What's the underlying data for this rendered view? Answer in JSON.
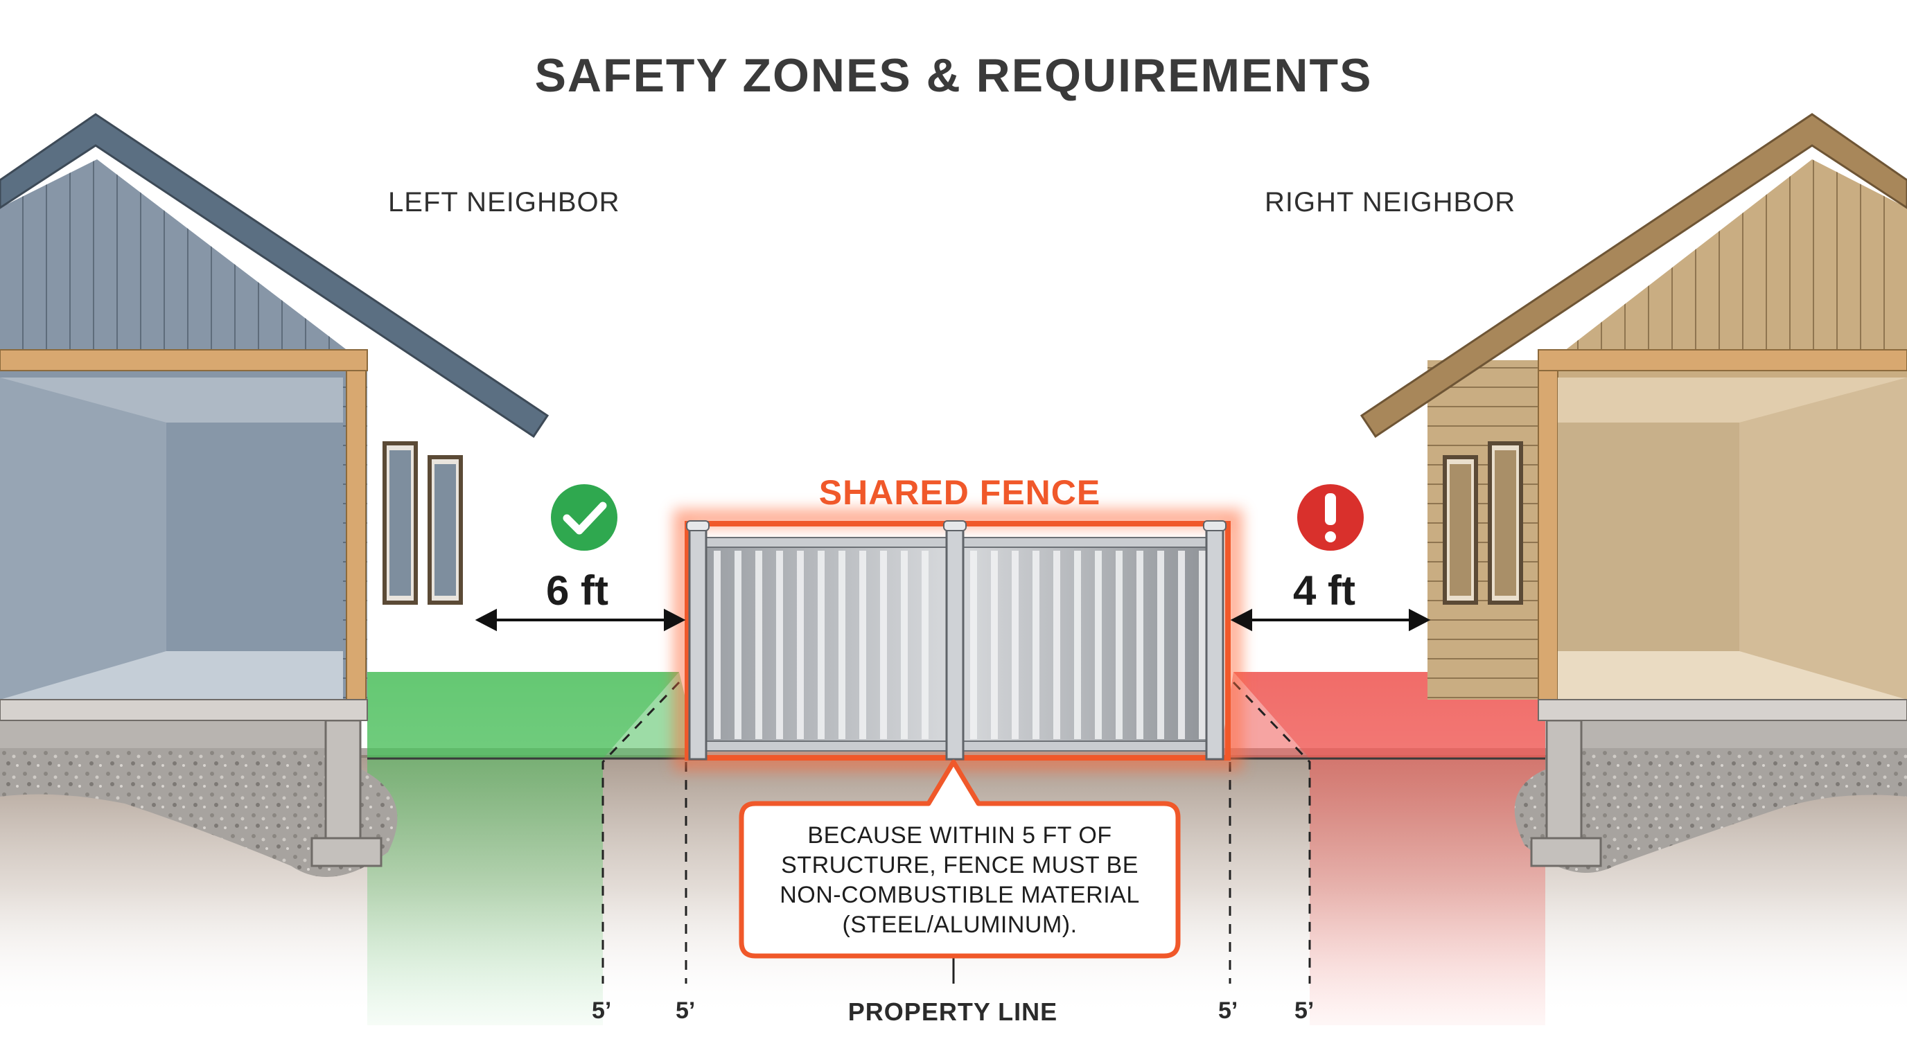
{
  "title": "SAFETY ZONES & REQUIREMENTS",
  "left_neighbor": {
    "label": "LEFT NEIGHBOR",
    "distance": "6 ft",
    "status_icon": "check-circle-icon",
    "status_color": "#2fa84f"
  },
  "right_neighbor": {
    "label": "RIGHT NEIGHBOR",
    "distance": "4 ft",
    "status_icon": "exclamation-circle-icon",
    "status_color": "#d9302c"
  },
  "fence": {
    "label": "SHARED FENCE",
    "highlight_color": "#f0582a"
  },
  "callout": {
    "text_lines": [
      "BECAUSE WITHIN 5 FT OF",
      "STRUCTURE, FENCE MUST BE",
      "NON-COMBUSTIBLE MATERIAL",
      "(STEEL/ALUMINUM)."
    ]
  },
  "zone_markers": [
    "5’",
    "5’",
    "5’",
    "5’"
  ],
  "property_line": "PROPERTY LINE",
  "colors": {
    "safe_zone": "#4cbf5c",
    "danger_zone": "#ef5a55",
    "left_house": "#8796a7",
    "right_house": "#c9ad82"
  }
}
